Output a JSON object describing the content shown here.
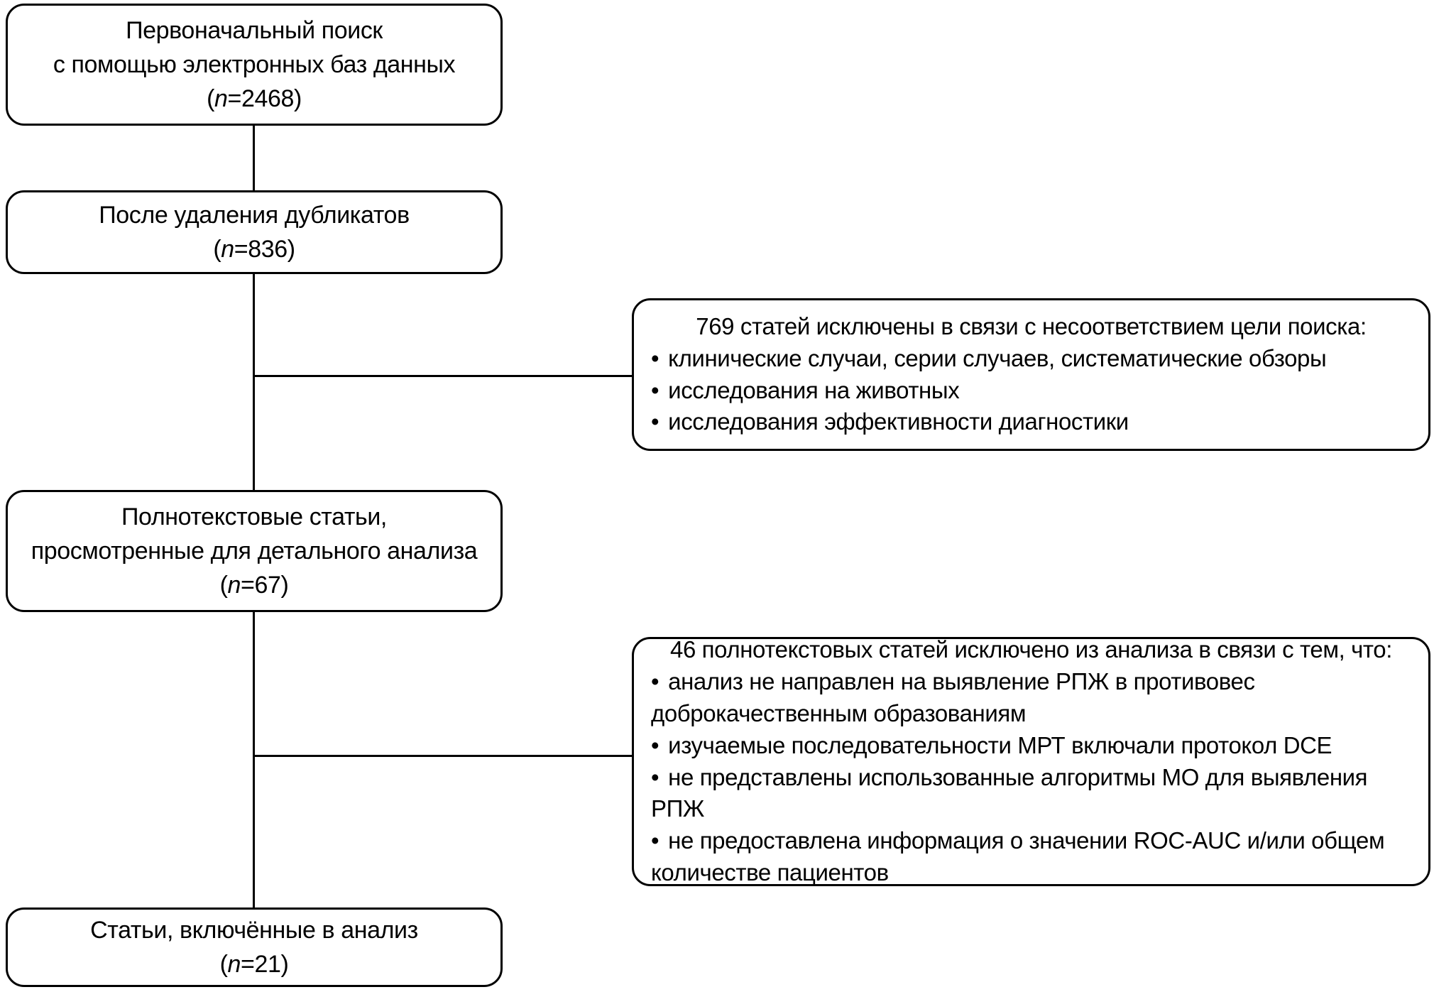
{
  "diagram": {
    "bullet_char": "•",
    "colors": {
      "border": "#000000",
      "background": "#ffffff",
      "text": "#000000"
    },
    "left_boxes": [
      {
        "lines": [
          "Первоначальный поиск",
          "с помощью электронных баз данных"
        ],
        "count": {
          "open": "(",
          "n": "n",
          "rest": "=2468)"
        }
      },
      {
        "lines": [
          "После удаления дубликатов"
        ],
        "count": {
          "open": "(",
          "n": "n",
          "rest": "=836)"
        }
      },
      {
        "lines": [
          "Полнотекстовые статьи,",
          "просмотренные для детального анализа"
        ],
        "count": {
          "open": "(",
          "n": "n",
          "rest": "=67)"
        }
      },
      {
        "lines": [
          "Статьи, включённые в анализ"
        ],
        "count": {
          "open": "(",
          "n": "n",
          "rest": "=21)"
        }
      }
    ],
    "exclusion_boxes": [
      {
        "header": "769 статей исключены в связи с несоответствием цели поиска:",
        "bullets": [
          "клинические случаи, серии случаев, систематические обзоры",
          "исследования на животных",
          "исследования эффективности диагностики"
        ]
      },
      {
        "header": "46 полнотекстовых статей исключено из анализа в связи с тем, что:",
        "bullets": [
          "анализ не направлен на выявление РПЖ в противовес доброкачественным образованиям",
          "изучаемые последовательности МРТ включали протокол DCE",
          "не представлены использованные алгоритмы МО для выявления РПЖ",
          "не предоставлена информация о значении ROC-AUC и/или общем количестве пациентов"
        ]
      }
    ]
  }
}
